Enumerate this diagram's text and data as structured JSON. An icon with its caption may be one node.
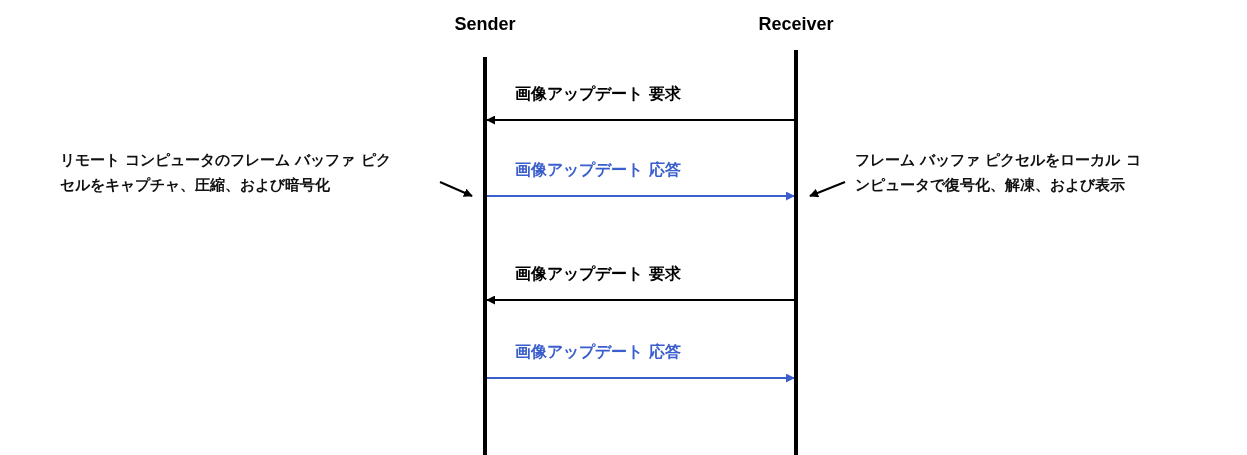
{
  "diagram": {
    "nodes": [
      {
        "text": [
          "Sender"
        ]
      },
      {
        "text": [
          "Receiver"
        ]
      },
      {
        "text": [
          "リモート コンピュータのフレーム バッファ ピクセルをキャプチャ、圧縮、および暗号化"
        ]
      },
      {
        "text": [
          "フレーム バッファ ピクセルをローカル コンピュータで復号化、解凍、および表示"
        ]
      }
    ],
    "edges": [
      {
        "from": 1,
        "to": 0,
        "arrow": "to",
        "label": "画像アップデート 要求"
      },
      {
        "from": 0,
        "to": 1,
        "arrow": "to",
        "label": "画像アップデート 応答",
        "color": "#3a5fcd"
      },
      {
        "from": 1,
        "to": 0,
        "arrow": "to",
        "label": "画像アップデート 要求"
      },
      {
        "from": 0,
        "to": 1,
        "arrow": "to",
        "label": "画像アップデート 応答",
        "color": "#3a5fcd"
      },
      {
        "from": 2,
        "to": 0,
        "arrow": "to"
      },
      {
        "from": 3,
        "to": 1,
        "arrow": "to"
      }
    ]
  }
}
